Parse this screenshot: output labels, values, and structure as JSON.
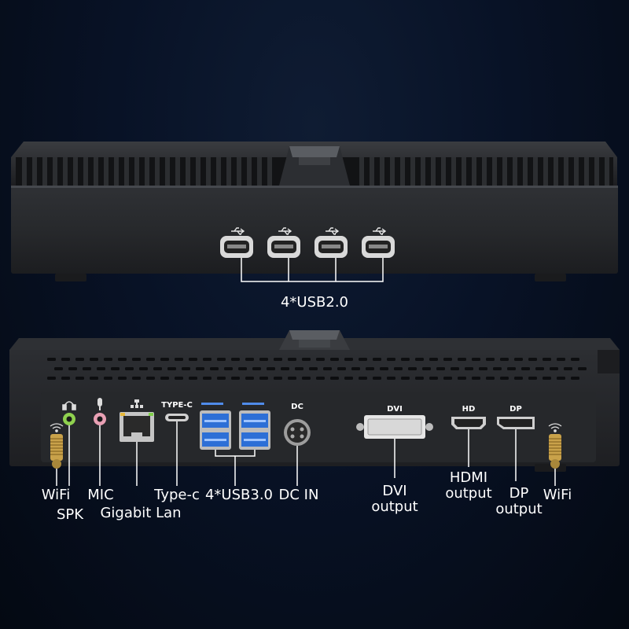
{
  "front_panel": {
    "usb_count": 4,
    "callout": "4*USB2.0"
  },
  "rear_panel": {
    "port_labels": {
      "type_c": "TYPE-C",
      "dc": "DC",
      "dvi": "DVI",
      "hd": "HD",
      "dp": "DP"
    },
    "callouts": {
      "wifi_left": "WiFi",
      "spk": "SPK",
      "mic": "MIC",
      "gigabit_lan": "Gigabit Lan",
      "type_c": "Type-c",
      "usb3": "4*USB3.0",
      "dc_in": "DC IN",
      "dvi_line1": "DVI",
      "dvi_line2": "output",
      "hdmi_line1": "HDMI",
      "hdmi_line2": "output",
      "dp_line1": "DP",
      "dp_line2": "output",
      "wifi_right": "WiFi"
    }
  },
  "colors": {
    "background": "#081226",
    "chassis": "#2b2d31",
    "audio_green": "#8fd14f",
    "audio_pink": "#e8a0b4",
    "usb3_blue": "#2d6fd6",
    "antenna_gold": "#c9a24a"
  },
  "icons": [
    "usb-icon",
    "headphone-icon",
    "microphone-icon",
    "network-icon",
    "usb-superspeed-icon",
    "wifi-signal-icon"
  ]
}
